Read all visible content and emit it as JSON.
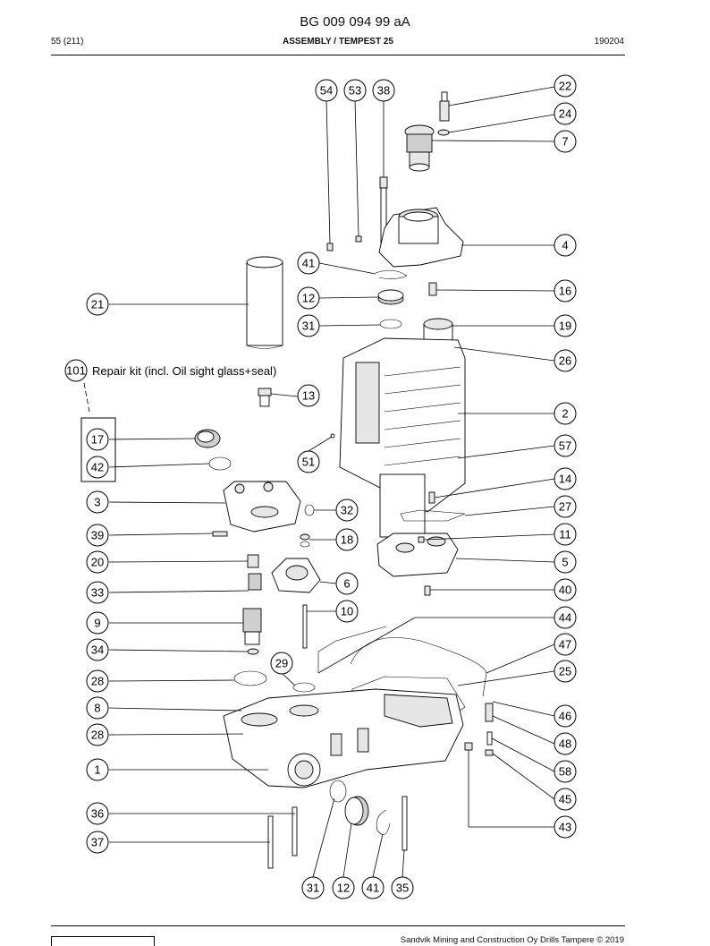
{
  "document": {
    "id": "BG 009 094 99 aA",
    "page": "55 (211)",
    "title": "ASSEMBLY / TEMPEST 25",
    "date": "190204",
    "footer": "Sandvik Mining and Construction Oy Drills Tampere © 2019"
  },
  "repair_kit": {
    "number": "101",
    "label": "Repair kit (incl. Oil sight glass+seal)"
  },
  "callouts": [
    {
      "n": "54"
    },
    {
      "n": "53"
    },
    {
      "n": "38"
    },
    {
      "n": "22"
    },
    {
      "n": "24"
    },
    {
      "n": "7"
    },
    {
      "n": "4"
    },
    {
      "n": "41"
    },
    {
      "n": "16"
    },
    {
      "n": "12"
    },
    {
      "n": "21"
    },
    {
      "n": "31"
    },
    {
      "n": "19"
    },
    {
      "n": "26"
    },
    {
      "n": "13"
    },
    {
      "n": "2"
    },
    {
      "n": "17"
    },
    {
      "n": "57"
    },
    {
      "n": "42"
    },
    {
      "n": "51"
    },
    {
      "n": "14"
    },
    {
      "n": "3"
    },
    {
      "n": "27"
    },
    {
      "n": "32"
    },
    {
      "n": "39"
    },
    {
      "n": "11"
    },
    {
      "n": "18"
    },
    {
      "n": "20"
    },
    {
      "n": "5"
    },
    {
      "n": "6"
    },
    {
      "n": "33"
    },
    {
      "n": "40"
    },
    {
      "n": "10"
    },
    {
      "n": "9"
    },
    {
      "n": "44"
    },
    {
      "n": "34"
    },
    {
      "n": "47"
    },
    {
      "n": "29"
    },
    {
      "n": "28"
    },
    {
      "n": "25"
    },
    {
      "n": "8"
    },
    {
      "n": "46"
    },
    {
      "n": "28"
    },
    {
      "n": "48"
    },
    {
      "n": "1"
    },
    {
      "n": "58"
    },
    {
      "n": "45"
    },
    {
      "n": "36"
    },
    {
      "n": "43"
    },
    {
      "n": "37"
    },
    {
      "n": "31"
    },
    {
      "n": "12"
    },
    {
      "n": "41"
    },
    {
      "n": "35"
    }
  ]
}
